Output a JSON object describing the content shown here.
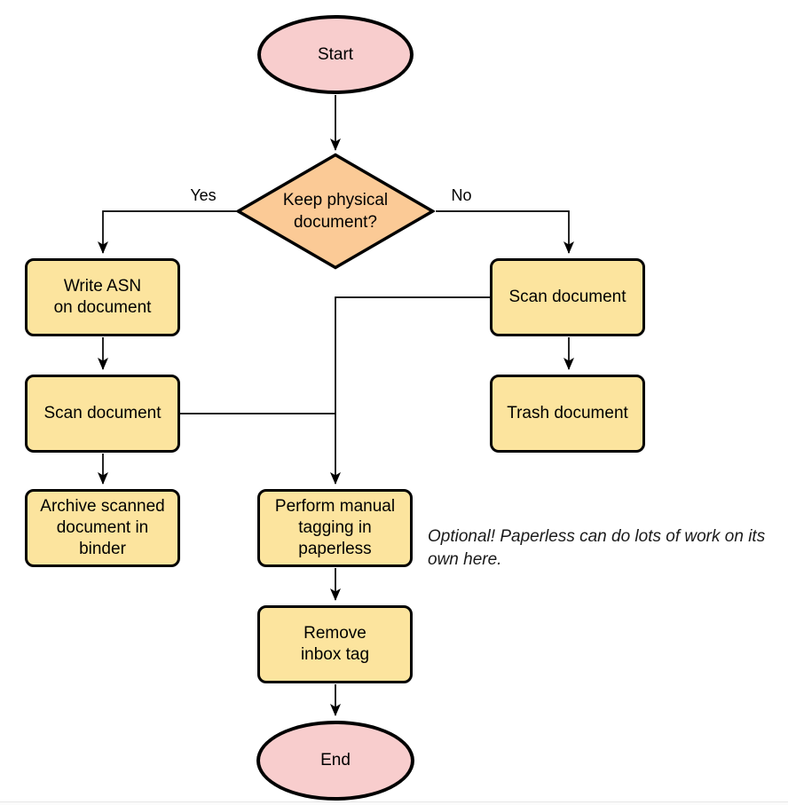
{
  "diagram": {
    "type": "flowchart",
    "nodes": {
      "start": {
        "label": "Start",
        "shape": "terminator"
      },
      "decision": {
        "label": "Keep physical\ndocument?",
        "shape": "decision"
      },
      "write_asn": {
        "label": "Write ASN\non document",
        "shape": "process"
      },
      "scan_left": {
        "label": "Scan document",
        "shape": "process"
      },
      "archive": {
        "label": "Archive scanned\ndocument in\nbinder",
        "shape": "process"
      },
      "scan_right": {
        "label": "Scan document",
        "shape": "process"
      },
      "trash": {
        "label": "Trash document",
        "shape": "process"
      },
      "tagging": {
        "label": "Perform manual\ntagging in\npaperless",
        "shape": "process"
      },
      "remove_inbox": {
        "label": "Remove\ninbox tag",
        "shape": "process"
      },
      "end": {
        "label": "End",
        "shape": "terminator"
      }
    },
    "edges": [
      {
        "from": "start",
        "to": "decision"
      },
      {
        "from": "decision",
        "to": "write_asn",
        "label": "Yes"
      },
      {
        "from": "decision",
        "to": "scan_right",
        "label": "No"
      },
      {
        "from": "write_asn",
        "to": "scan_left"
      },
      {
        "from": "scan_left",
        "to": "archive"
      },
      {
        "from": "scan_left",
        "to": "tagging"
      },
      {
        "from": "scan_right",
        "to": "trash"
      },
      {
        "from": "scan_right",
        "to": "tagging"
      },
      {
        "from": "tagging",
        "to": "remove_inbox"
      },
      {
        "from": "remove_inbox",
        "to": "end"
      }
    ],
    "edge_labels": {
      "yes": "Yes",
      "no": "No"
    },
    "annotation": "Optional! Paperless can do lots of work on its own here.",
    "colors": {
      "terminator_fill": "#F8CDCD",
      "decision_fill": "#FBCA96",
      "process_fill": "#FCE49E",
      "shape_stroke": "#000000",
      "edge_color": "#000000",
      "text_color": "#000000",
      "annotation_color": "#1A1A1A"
    }
  }
}
